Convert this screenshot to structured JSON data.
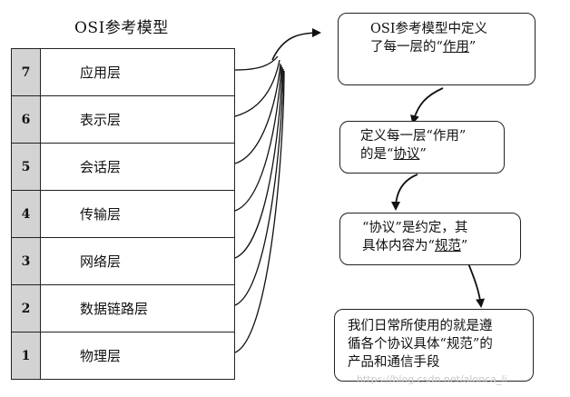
{
  "title": "OSI参考模型",
  "layers": [
    {
      "num": "7",
      "name": "应用层"
    },
    {
      "num": "6",
      "name": "表示层"
    },
    {
      "num": "5",
      "name": "会话层"
    },
    {
      "num": "4",
      "name": "传输层"
    },
    {
      "num": "3",
      "name": "网络层"
    },
    {
      "num": "2",
      "name": "数据链路层"
    },
    {
      "num": "1",
      "name": "物理层"
    }
  ],
  "boxes": {
    "b1": {
      "line1": "OSI参考模型中定义",
      "line2_pre": "了每一层的“",
      "line2_u": "作用",
      "line2_post": "”"
    },
    "b2": {
      "line1": "定义每一层“作用”",
      "line2_pre": "的是“",
      "line2_u": "协议",
      "line2_post": "”"
    },
    "b3": {
      "line1": "“协议”是约定，其",
      "line2_pre": "具体内容为“",
      "line2_u": "规范",
      "line2_post": "”"
    },
    "b4": {
      "line1": "我们日常所使用的就是遵",
      "line2": "循各个协议具体“规范”的",
      "line3": "产品和通信手段"
    }
  },
  "watermark": "https://blog.csdn.net/alonca_li"
}
